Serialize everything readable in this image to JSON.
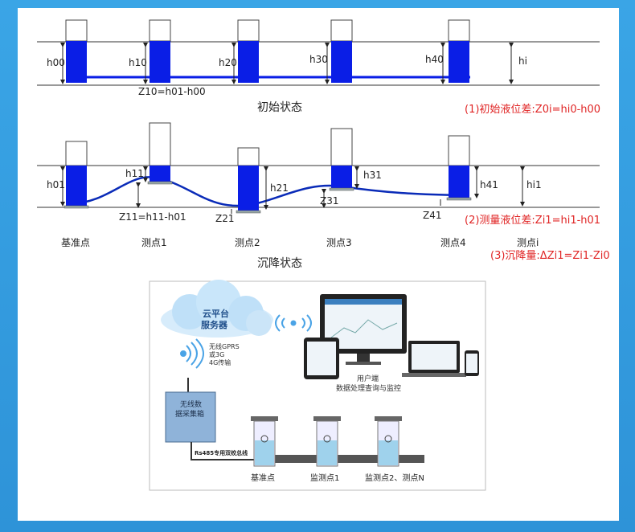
{
  "initial": {
    "labels": [
      "h00",
      "h10",
      "h20",
      "h30",
      "h40",
      "hi"
    ],
    "formula": "Z10=h01-h00",
    "title": "初始状态",
    "note": "(1)初始液位差:Z0i=hi0-h00"
  },
  "settlement": {
    "labels": [
      "h01",
      "h11",
      "h21",
      "h31",
      "h41",
      "hi1"
    ],
    "z_labels": [
      "Z11=h11-h01",
      "Z21",
      "Z31",
      "Z41"
    ],
    "points": [
      "基准点",
      "测点1",
      "测点2",
      "测点3",
      "测点4",
      "测点i"
    ],
    "title": "沉降状态",
    "note2": "(2)测量液位差:Zi1=hi1-h01",
    "note3": "(3)沉降量:ΔZi1=Zi1-Zi0"
  },
  "system": {
    "cloud": [
      "云平台",
      "服务器"
    ],
    "wireless": [
      "无线GPRS",
      "或3G",
      "4G传输"
    ],
    "user": [
      "用户端",
      "数据处理查询与监控"
    ],
    "collector": [
      "无线数",
      "据采集箱"
    ],
    "bus": "Rs485专用双绞总线",
    "points": [
      "基准点",
      "监测点1",
      "监测点2、测点N"
    ]
  },
  "colors": {
    "water": "#0a1ee6",
    "accent": "#e02424",
    "border": "#3aa5e6"
  }
}
